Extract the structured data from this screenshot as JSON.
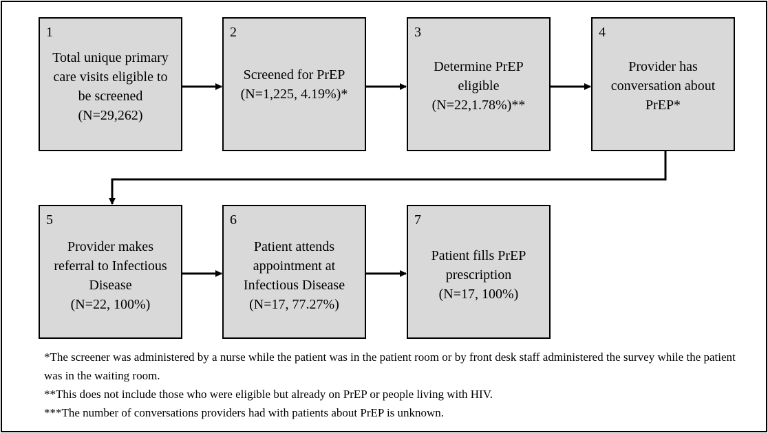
{
  "steps": [
    {
      "number": "1",
      "lines": [
        "Total unique primary",
        "care visits  eligible to",
        "be screened",
        "(N=29,262)"
      ]
    },
    {
      "number": "2",
      "lines": [
        "Screened for PrEP",
        "(N=1,225, 4.19%)*"
      ]
    },
    {
      "number": "3",
      "lines": [
        "Determine PrEP",
        "eligible",
        "(N=22,1.78%)**"
      ]
    },
    {
      "number": "4",
      "lines": [
        "Provider has",
        "conversation about",
        "PrEP*"
      ]
    },
    {
      "number": "5",
      "lines": [
        "Provider makes",
        "referral to Infectious",
        "Disease",
        "(N=22, 100%)"
      ]
    },
    {
      "number": "6",
      "lines": [
        "Patient attends",
        "appointment at",
        "Infectious Disease",
        "(N=17, 77.27%)"
      ]
    },
    {
      "number": "7",
      "lines": [
        "Patient fills PrEP",
        "prescription",
        "(N=17, 100%)"
      ]
    }
  ],
  "footnotes": [
    "*The screener was administered by a nurse while the patient was in the patient room or by front desk staff administered the survey while the patient was in the waiting room.",
    "**This does not include those who were eligible but already on PrEP or people living with HIV.",
    "***The number of conversations providers had with patients about PrEP is unknown."
  ]
}
